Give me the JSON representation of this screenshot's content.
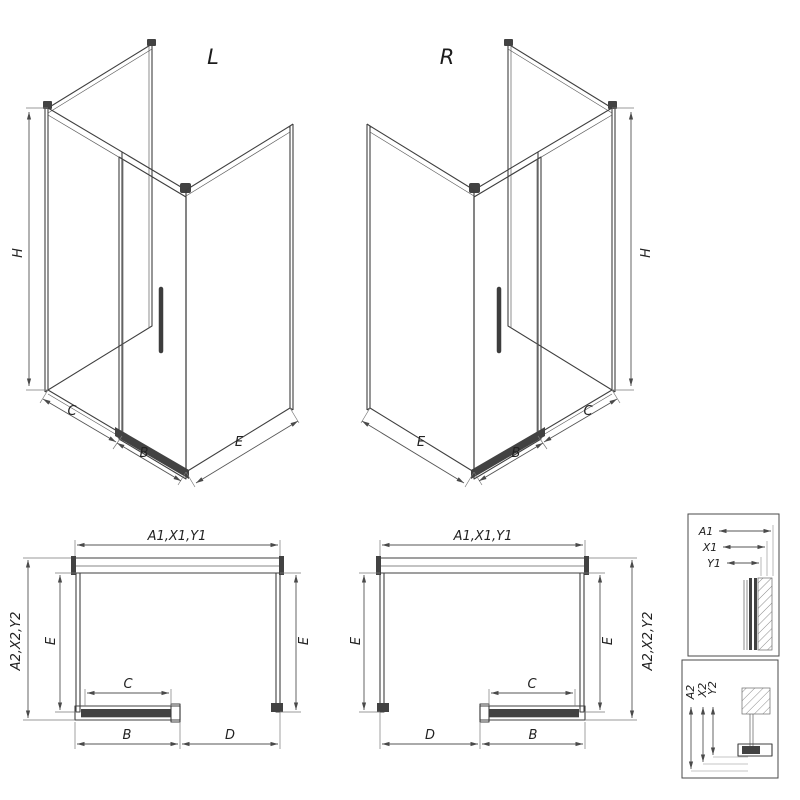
{
  "drawing": {
    "background": "#ffffff",
    "line_color": "#3f3f3f",
    "views": {
      "iso_left": {
        "label": "L",
        "height": "H",
        "fixed_panel": "C",
        "door": "B",
        "side_panel": "E"
      },
      "iso_right": {
        "label": "R",
        "height": "H",
        "fixed_panel": "C",
        "door": "B",
        "side_panel": "E"
      },
      "plan_left": {
        "width_top": "A1,X1,Y1",
        "depth_overall": "A2,X2,Y2",
        "side_left": "E",
        "side_right": "E",
        "door_glass": "C",
        "door_module": "B",
        "opening": "D"
      },
      "plan_right": {
        "width_top": "A1,X1,Y1",
        "depth_overall": "A2,X2,Y2",
        "side_left": "E",
        "side_right": "E",
        "door_glass": "C",
        "door_module": "B",
        "opening": "D"
      },
      "detail_top": {
        "dim1": "A1",
        "dim2": "X1",
        "dim3": "Y1"
      },
      "detail_bottom": {
        "dim1": "A2",
        "dim2": "X2",
        "dim3": "Y2"
      }
    }
  }
}
